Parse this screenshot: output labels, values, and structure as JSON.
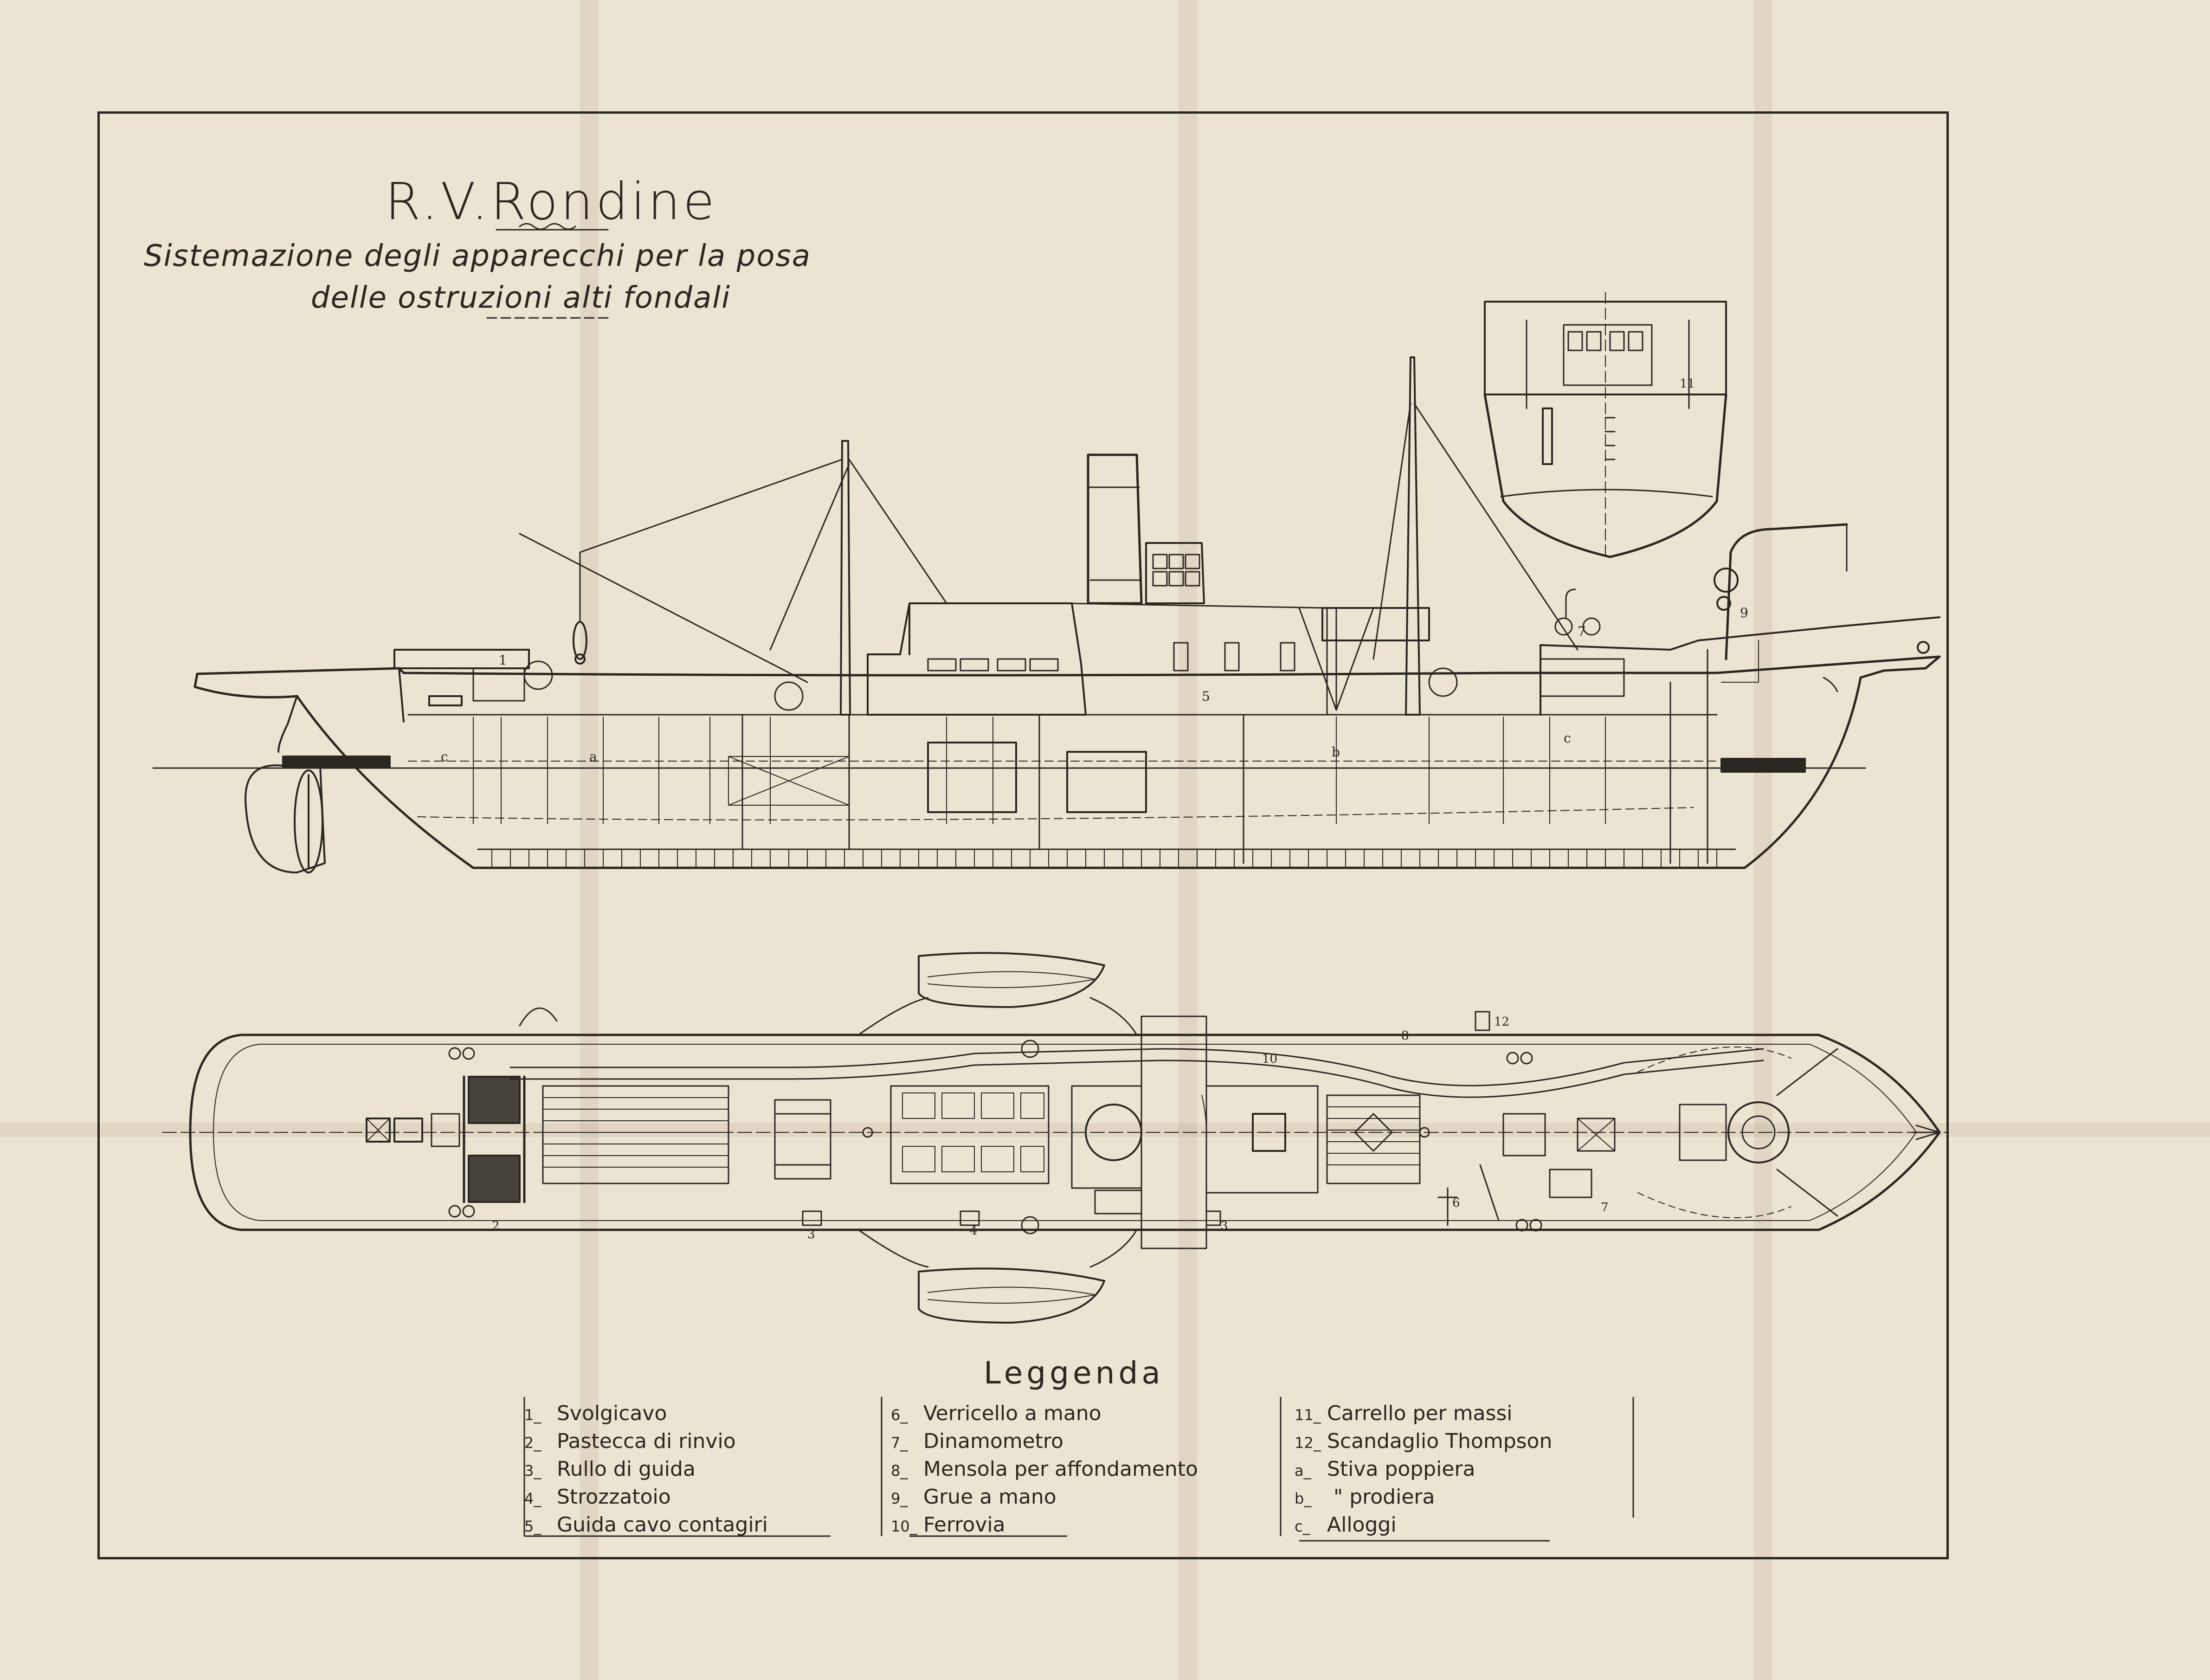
{
  "drawing": {
    "title": "R.V.Rondine",
    "subtitle_line1": "Sistemazione degli apparecchi per la posa",
    "subtitle_line2": "delle ostruzioni alti fondali"
  },
  "labels": {
    "zone_a": "a",
    "zone_b": "b",
    "zone_c": "c",
    "n1": "1",
    "n2": "2",
    "n3": "3",
    "n4": "4",
    "n5": "5",
    "n6": "6",
    "n7": "7",
    "n8": "8",
    "n9": "9",
    "n10": "10",
    "n11": "11",
    "n12": "12"
  },
  "legend": {
    "title": "Leggenda",
    "col1": [
      {
        "num": "1_",
        "text": "Svolgicavo"
      },
      {
        "num": "2_",
        "text": "Pastecca di rinvio"
      },
      {
        "num": "3_",
        "text": "Rullo di guida"
      },
      {
        "num": "4_",
        "text": "Strozzatoio"
      },
      {
        "num": "5_",
        "text": "Guida cavo contagiri"
      }
    ],
    "col2": [
      {
        "num": "6_",
        "text": "Verricello a mano"
      },
      {
        "num": "7_",
        "text": "Dinamometro"
      },
      {
        "num": "8_",
        "text": "Mensola per affondamento"
      },
      {
        "num": "9_",
        "text": "Grue a mano"
      },
      {
        "num": "10_",
        "text": "Ferrovia"
      }
    ],
    "col3": [
      {
        "num": "11_",
        "text": "Carrello per massi"
      },
      {
        "num": "12_",
        "text": "Scandaglio Thompson"
      },
      {
        "num": "a_",
        "text": "Stiva poppiera"
      },
      {
        "num": "b_",
        "text": "  \"    prodiera"
      },
      {
        "num": "c_",
        "text": "Alloggi"
      }
    ]
  }
}
